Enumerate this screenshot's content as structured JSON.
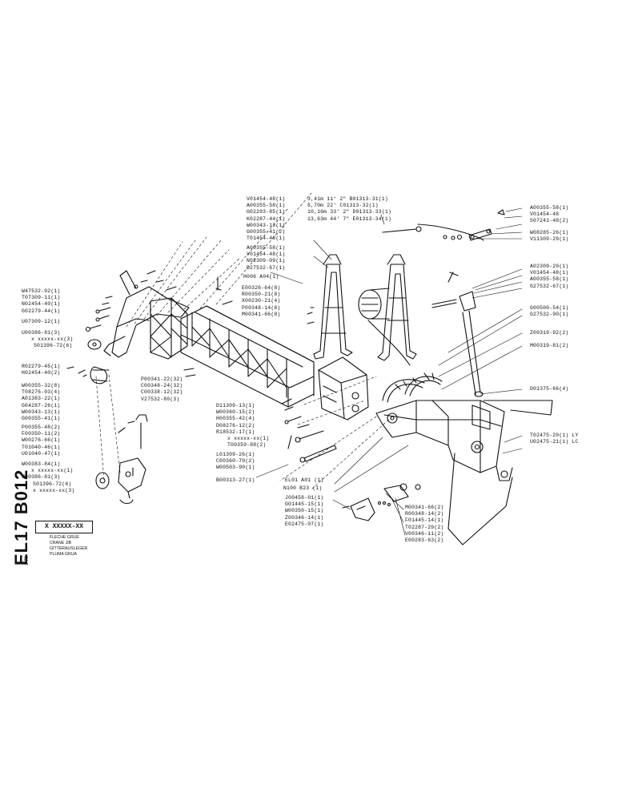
{
  "sheet": {
    "code": "EL17 B012",
    "date": "1-79",
    "ref_box": "X XXXXX-XX",
    "titles": [
      "FLECHE GRUE",
      "CRANE JIB",
      "GITTERAUSLEGER",
      "PLUMA GRUA"
    ]
  },
  "groups": {
    "top_center": [
      "V01454-48(1)",
      "A00355-58(1)",
      "G02293-85(1)",
      "K02287-44(1)",
      "W00343-13(1)",
      "G00355-41(2)",
      "T01454-46(1)"
    ],
    "jib_lengths": [
      "3,41m 11' 2\"  B01313-31(1)",
      "6,70m  22'   C01313-32(1)",
      "10,16m 33' 2\" D01313-33(1)",
      "13,63m 44' 7\" E01313-34(1)"
    ],
    "top_right": [
      "A00355-58(1)",
      "V01454-48",
      "S07241-48(2)"
    ],
    "top_right2": [
      "W08285-26(1)",
      "V11309-29(1)"
    ],
    "mid_center": [
      "A00355-58(1)",
      "V01454-48(1)",
      "N02309-09(1)",
      "D27532-67(1)"
    ],
    "h006": "H006 A04(1)",
    "mid_center2": [
      "E00326-64(8)",
      "R00350-21(8)",
      "X00230-21(4)",
      "P00348-14(8)",
      "M00341-66(8)"
    ],
    "right_mid": [
      "A02309-20(1)",
      "V01454-48(1)",
      "A00355-58(1)",
      "G27532-67(1)"
    ],
    "right_mid2": [
      "G00500-54(1)",
      "G27532-90(1)"
    ],
    "right_z": "Z00319-92(2)",
    "right_m": "M00319-81(2)",
    "right_d": "D01375-66(4)",
    "right_lower": [
      "T02475-20(1)  LY",
      "U02475-21(1)  LC"
    ],
    "left_top": [
      "W47532-92(1)",
      "T07309-11(1)",
      "N02454-40(1)",
      "G02279-44(1)"
    ],
    "left_u07": "U07309-12(1)",
    "left_u00": [
      "U00386-81(3)",
      "x xxxxx-xx(3)",
      "S01396-72(6)"
    ],
    "left_r": [
      "R02279-45(1)",
      "H02454-40(2)"
    ],
    "left_w": [
      "W00355-32(8)",
      "T08276-03(4)",
      "A01383-22(1)",
      "G04287-26(1)",
      "W00343-13(1)",
      "G00355-41(1)"
    ],
    "left_p": [
      "P00355-48(2)",
      "F00350-11(2)",
      "W00276-66(1)",
      "T01040-46(1)",
      "U01040-47(1)"
    ],
    "left_w2": [
      "W00383-84(1)",
      "x xxxxx-xx(1)",
      "U00386-81(3)",
      "S01396-72(6)",
      "x xxxxx-xx(3)"
    ],
    "center_p": [
      "P00341-22(32)",
      "C00348-24(32)",
      "C00338-12(32)",
      "V27532-80(3)"
    ],
    "center_d": [
      "D11309-13(1)",
      "W00360-15(2)",
      "H00355-42(4)",
      "D08276-12(2)",
      "R18532-17(1)",
      "x xxxxx-xx(1)",
      "T00359-88(2)"
    ],
    "center_l": [
      "L01309-26(1)",
      "C00360-70(2)",
      "W00503-90(1)"
    ],
    "center_b": "B00313-27(1)",
    "el01": "EL01 A01 (1)",
    "n100": "N100 B23 (1)",
    "bottom_j": [
      "J00458-01(1)",
      "G01445-15(1)",
      "W00350-15(1)",
      "Z00346-14(1)",
      "E02475-07(1)"
    ],
    "bottom_m": [
      "M00341-66(2)",
      "R00348-14(2)",
      "F01445-14(1)",
      "T02287-29(2)",
      "V00346-11(2)",
      "E00283-63(2)"
    ]
  }
}
